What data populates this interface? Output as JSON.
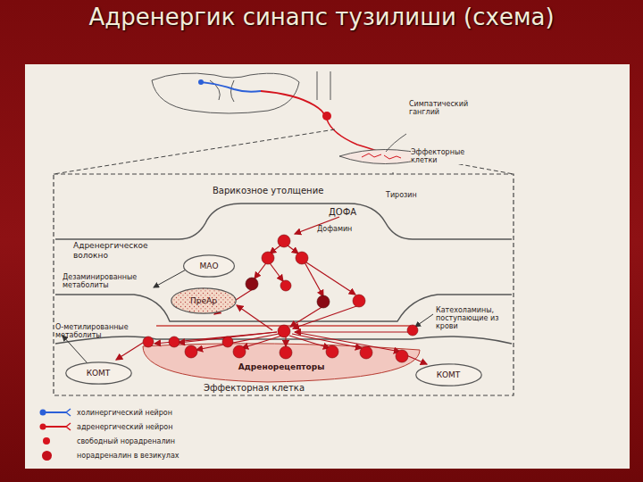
{
  "diagram": {
    "title": "Адренергик синапс тузилиши (схема)",
    "nodes": [
      {
        "text": [
          "МАО"
        ]
      },
      {
        "text": [
          "ПреАр"
        ]
      },
      {
        "text": [
          "Адренорецепторы"
        ]
      },
      {
        "text": [
          "КОМТ"
        ]
      },
      {
        "text": [
          "КОМТ"
        ]
      }
    ],
    "labels": [
      "Симпатический ганглий",
      "Эффекторные клетки",
      "Варикозное утолщение",
      "Тирозин",
      "ДОФА",
      "Дофамин",
      "Адренергическое волокно",
      "Дезаминированные метаболиты",
      "Катехоламины, поступающие из крови",
      "О-метилированные метаболиты",
      "Эффекторная клетка"
    ],
    "legend": [
      {
        "text": "холинергический нейрон"
      },
      {
        "text": "адренергический нейрон"
      },
      {
        "text": "свободный норадреналин",
        "color": "#d8141e"
      },
      {
        "text": "норадреналин в везикулах",
        "color": "#c40f1a"
      }
    ]
  }
}
